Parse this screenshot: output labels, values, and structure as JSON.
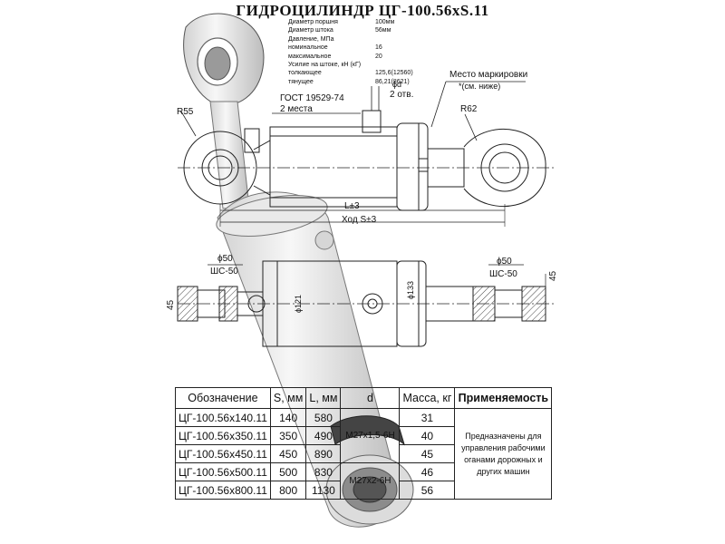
{
  "title": "ГИДРОЦИЛИНДР ЦГ-100.56хS.11",
  "specs": [
    {
      "label": "Диаметр поршня",
      "value": "100мм"
    },
    {
      "label": "Диаметр штока",
      "value": "56мм"
    },
    {
      "label": "Давление, МПа",
      "value": ""
    },
    {
      "label": "номинальное",
      "value": "16"
    },
    {
      "label": "максимальное",
      "value": "20"
    },
    {
      "label": "Усилие на штоке, кН (кГ)",
      "value": ""
    },
    {
      "label": "толкающее",
      "value": "125,6(12560)"
    },
    {
      "label": "тянущее",
      "value": "86,21(8621)"
    }
  ],
  "labels": {
    "marking_place": "Место маркировки",
    "see_below": "*(см. ниже)",
    "diam_d": "ϕd",
    "two_holes": "2 отв.",
    "gost": "ГОСТ 19529-74",
    "two_places": "2 места",
    "r55": "R55",
    "r62": "R62",
    "l_plus_3": "L±3",
    "stroke": "Ход S±3",
    "d50_left": "ϕ50",
    "shs50_left": "ШС-50",
    "d50_right": "ϕ50",
    "shs50_right": "ШС-50",
    "d121": "ϕ121",
    "d133": "ϕ133",
    "dim45_left": "45",
    "dim45_right": "45"
  },
  "table": {
    "headers": [
      "Обозначение",
      "S, мм",
      "L, мм",
      "d",
      "Масса, кг",
      "Применяемость"
    ],
    "rows": [
      {
        "name": "ЦГ-100.56х140.11",
        "s": "140",
        "l": "580",
        "mass": "31"
      },
      {
        "name": "ЦГ-100.56х350.11",
        "s": "350",
        "l": "490",
        "mass": "40"
      },
      {
        "name": "ЦГ-100.56х450.11",
        "s": "450",
        "l": "890",
        "mass": "45"
      },
      {
        "name": "ЦГ-100.56х500.11",
        "s": "500",
        "l": "830",
        "mass": "46"
      },
      {
        "name": "ЦГ-100.56х800.11",
        "s": "800",
        "l": "1130",
        "mass": "56"
      }
    ],
    "thread_1": "М27х1,5-6Н",
    "thread_2": "М27х2-6Н",
    "application": "Предназначены для управления рабочими оганами дорожных и других машин"
  },
  "colors": {
    "line": "#222222",
    "cylinder_fill": "#ececec",
    "cylinder_shade": "#bdbdbd",
    "hatch": "#444444"
  }
}
